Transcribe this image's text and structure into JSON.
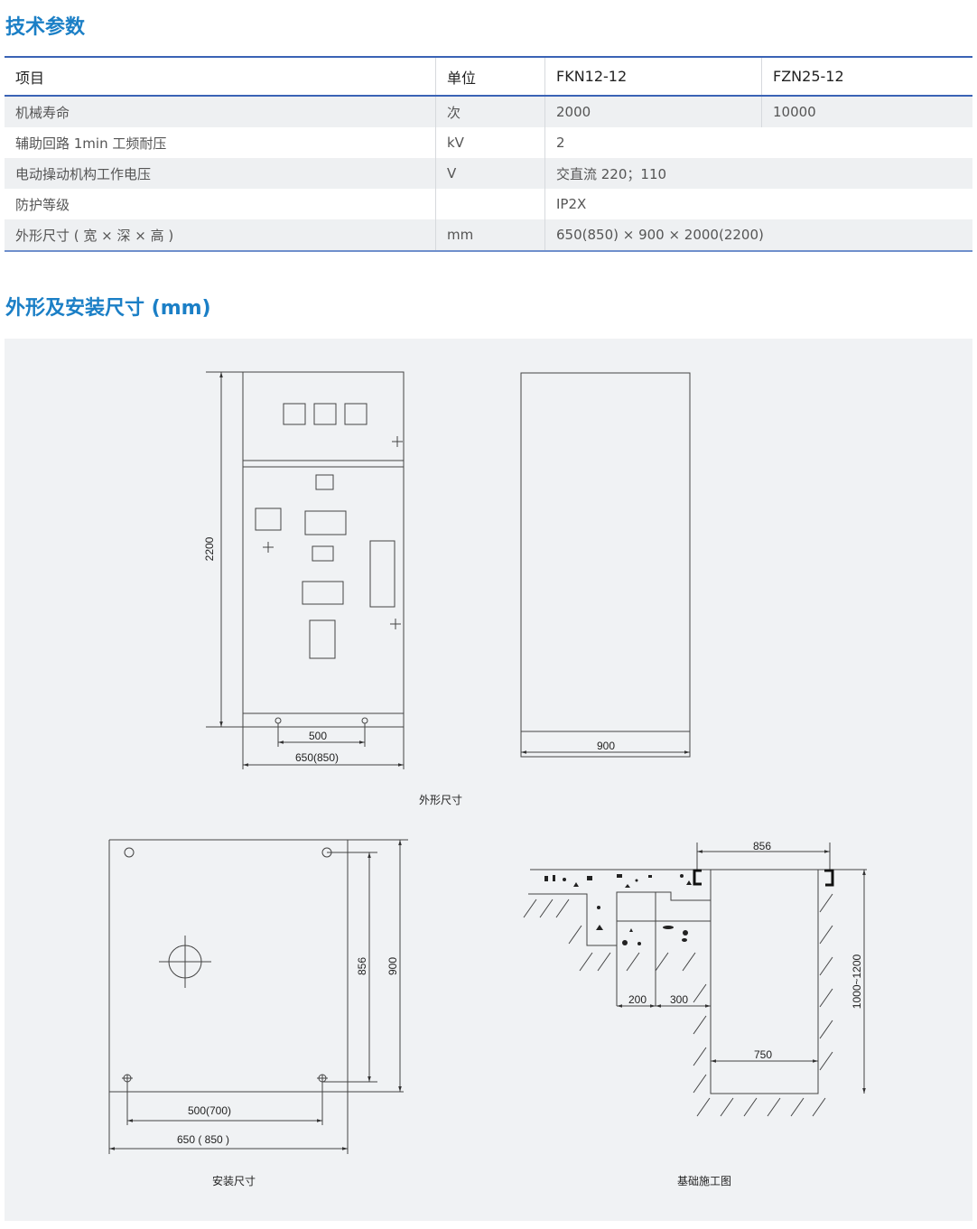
{
  "section1_title": "技术参数",
  "table": {
    "headers": [
      "项目",
      "单位",
      "FKN12-12",
      "FZN25-12"
    ],
    "rows": [
      {
        "item": "机械寿命",
        "unit": "次",
        "fkn": "2000",
        "fzn": "10000"
      },
      {
        "item": "辅助回路 1min 工频耐压",
        "unit": "kV",
        "value": "2"
      },
      {
        "item": "电动操动机构工作电压",
        "unit": "V",
        "value": "交直流 220；110"
      },
      {
        "item": "防护等级",
        "unit": "",
        "value": "IP2X"
      },
      {
        "item": "外形尺寸 ( 宽 × 深 × 高 )",
        "unit": "mm",
        "value": "650(850) × 900 × 2000(2200)"
      }
    ]
  },
  "section2_title": "外形及安装尺寸 (mm)",
  "drawings": {
    "outline": {
      "caption": "外形尺寸",
      "height": "2200",
      "hole_spacing": "500",
      "width": "650(850)",
      "depth": "900"
    },
    "mounting": {
      "caption": "安装尺寸",
      "depth_inner": "856",
      "depth_outer": "900",
      "hole_spacing": "500(700)",
      "width": "650 ( 850 )"
    },
    "foundation": {
      "caption": "基础施工图",
      "span": "856",
      "d1": "200",
      "d2": "300",
      "inner": "750",
      "depth": "1000~1200"
    }
  }
}
